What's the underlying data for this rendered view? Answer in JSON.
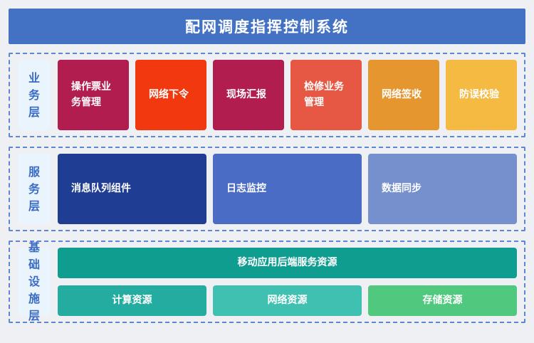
{
  "title": "配网调度指挥控制系统",
  "colors": {
    "page-bg": "#eef0f4",
    "banner-bg": "#4372c4",
    "section-border": "#5b87d5",
    "label-bg": "#e9f4fc",
    "label-text": "#3b6cc5",
    "box-text": "#ffffff"
  },
  "layers": [
    {
      "id": "business",
      "label": "业务层",
      "boxes": [
        {
          "name": "operation-ticket-management",
          "label": "操作票业务管理",
          "color": "#b01d4e"
        },
        {
          "name": "network-ordering",
          "label": "网络下令",
          "color": "#f1380e"
        },
        {
          "name": "site-reporting",
          "label": "现场汇报",
          "color": "#b01d4e"
        },
        {
          "name": "maintenance-management",
          "label": "检修业务管理",
          "color": "#e65843"
        },
        {
          "name": "network-sign-off",
          "label": "网络签收",
          "color": "#e6962f"
        },
        {
          "name": "error-prevention-check",
          "label": "防误校验",
          "color": "#f4ba42"
        }
      ]
    },
    {
      "id": "service",
      "label": "服务层",
      "boxes": [
        {
          "name": "message-queue-component",
          "label": "消息队列组件",
          "color": "#203d94"
        },
        {
          "name": "log-monitoring",
          "label": "日志监控",
          "color": "#4a6cc4"
        },
        {
          "name": "data-sync",
          "label": "数据同步",
          "color": "#7590cd"
        }
      ]
    },
    {
      "id": "infrastructure",
      "label": "基础设施层",
      "wide_box": {
        "name": "mobile-backend-service-resources",
        "label": "移动应用后端服务资源",
        "color": "#0f9d90"
      },
      "boxes": [
        {
          "name": "compute-resources",
          "label": "计算资源",
          "color": "#23ac9f"
        },
        {
          "name": "network-resources",
          "label": "网络资源",
          "color": "#3fc0b0"
        },
        {
          "name": "storage-resources",
          "label": "存储资源",
          "color": "#50c87d"
        }
      ]
    }
  ]
}
